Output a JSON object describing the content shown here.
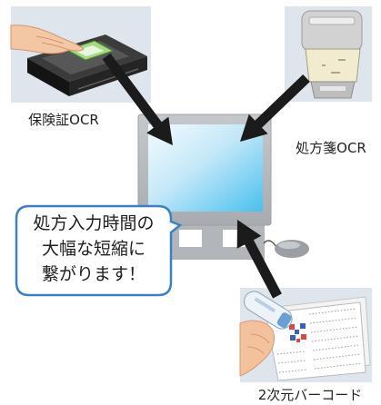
{
  "devices": {
    "insurance_card_ocr": {
      "label": "保険証OCR",
      "icon": "card-scanner-icon"
    },
    "prescription_ocr": {
      "label": "処方箋OCR",
      "icon": "document-scanner-icon"
    },
    "barcode_reader": {
      "label": "2次元バーコード",
      "icon": "barcode-scanner-icon"
    }
  },
  "center": {
    "icon": "computer-monitor-icon"
  },
  "callout": {
    "lines": [
      "処方入力時間の",
      "大幅な短縮に",
      "繋がります！"
    ]
  },
  "colors": {
    "panel_background": "#dfe5ec",
    "arrow": "#1b1b1b",
    "callout_border": "#3c80c4",
    "text": "#222222"
  }
}
